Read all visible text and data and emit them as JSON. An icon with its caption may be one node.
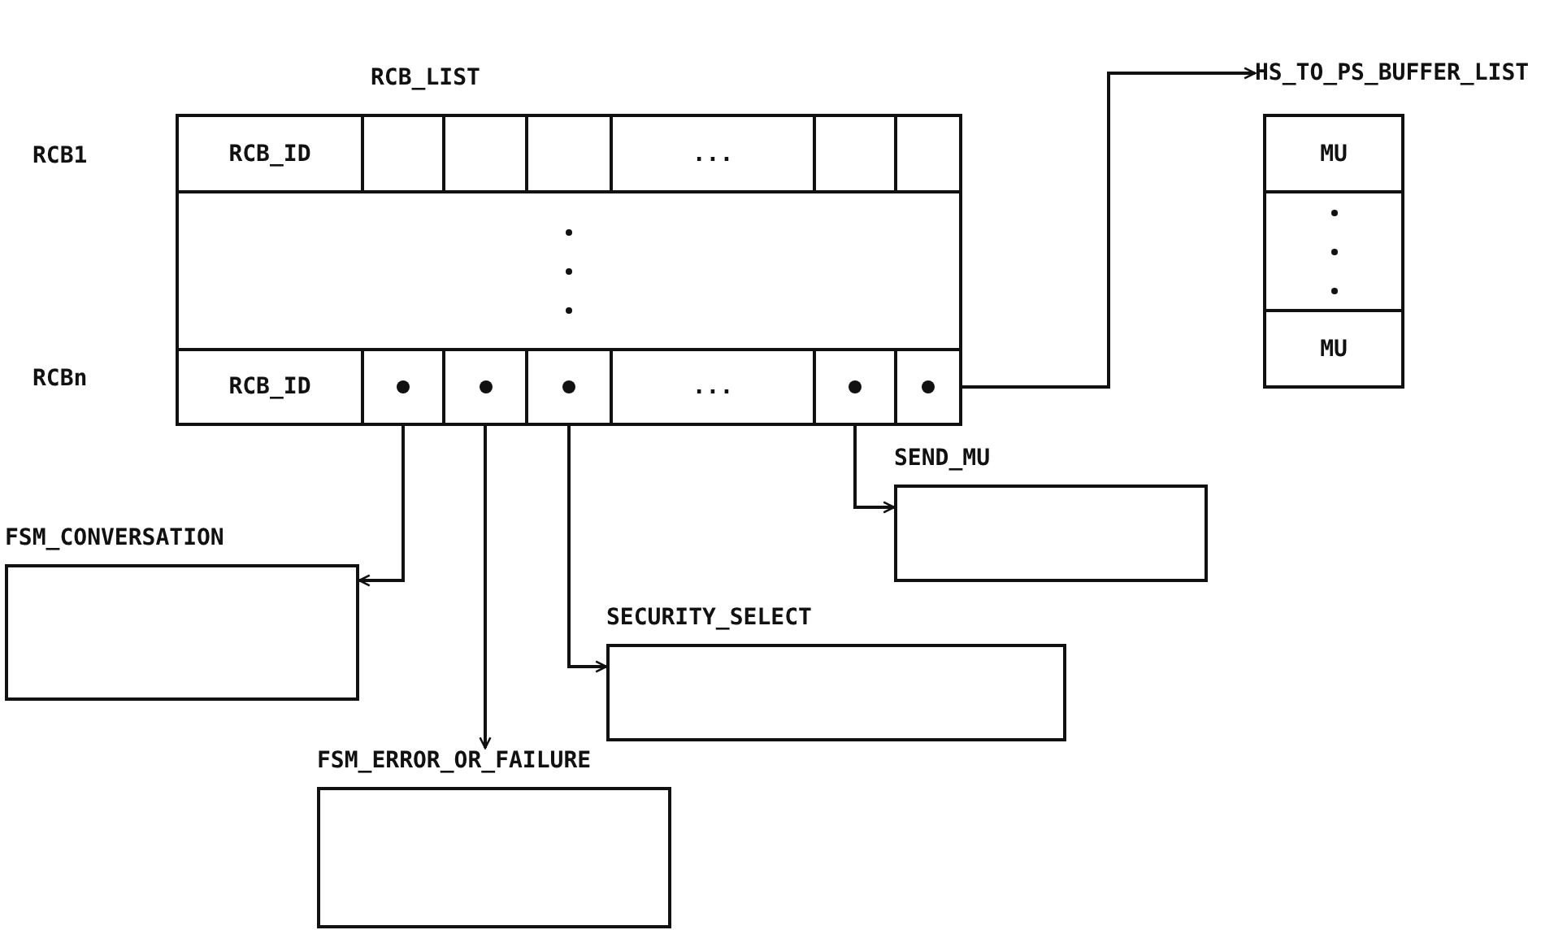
{
  "diagram": {
    "nodes": [
      {
        "text": [
          "RCB_LIST"
        ]
      },
      {
        "text": [
          "RCB_ID"
        ],
        "in": 0
      },
      {
        "text": [],
        "shape": "box",
        "in": 0
      },
      {
        "text": [],
        "shape": "box",
        "in": 0
      },
      {
        "text": [],
        "shape": "box",
        "in": 0
      },
      {
        "text": [
          "..."
        ],
        "in": 0
      },
      {
        "text": [],
        "shape": "box",
        "in": 0
      },
      {
        "text": [],
        "shape": "box",
        "in": 0
      },
      {
        "text": [],
        "shape": "box",
        "in": 0
      },
      {
        "text": [
          "RCB_ID"
        ],
        "in": 0
      },
      {
        "text": [],
        "shape": "box",
        "in": 0
      },
      {
        "text": [],
        "shape": "box",
        "in": 0
      },
      {
        "text": [],
        "shape": "box",
        "in": 0
      },
      {
        "text": [
          "..."
        ],
        "in": 0
      },
      {
        "text": [],
        "shape": "box",
        "in": 0
      },
      {
        "text": [],
        "shape": "box",
        "in": 0
      },
      {
        "text": [
          "HS_TO_PS_BUFFER_LIST"
        ]
      },
      {
        "text": [
          "MU"
        ],
        "in": 16
      },
      {
        "text": [],
        "shape": "box",
        "in": 16
      },
      {
        "text": [
          "MU"
        ],
        "in": 16
      },
      {
        "text": [
          "SEND_MU"
        ]
      },
      {
        "text": [
          "FSM_CONVERSATION"
        ]
      },
      {
        "text": [
          "SECURITY_SELECT"
        ]
      },
      {
        "text": [
          "FSM_ERROR_OR_FAILURE"
        ]
      }
    ],
    "edges": [
      {
        "from": 15,
        "to": 16,
        "arrow": "to"
      },
      {
        "from": 14,
        "to": 20,
        "arrow": "to"
      },
      {
        "from": 10,
        "to": 21,
        "arrow": "to"
      },
      {
        "from": 11,
        "to": 23,
        "arrow": "to"
      },
      {
        "from": 12,
        "to": 22,
        "arrow": "to"
      }
    ],
    "labels": [
      "RCB1",
      "RCBn"
    ]
  }
}
